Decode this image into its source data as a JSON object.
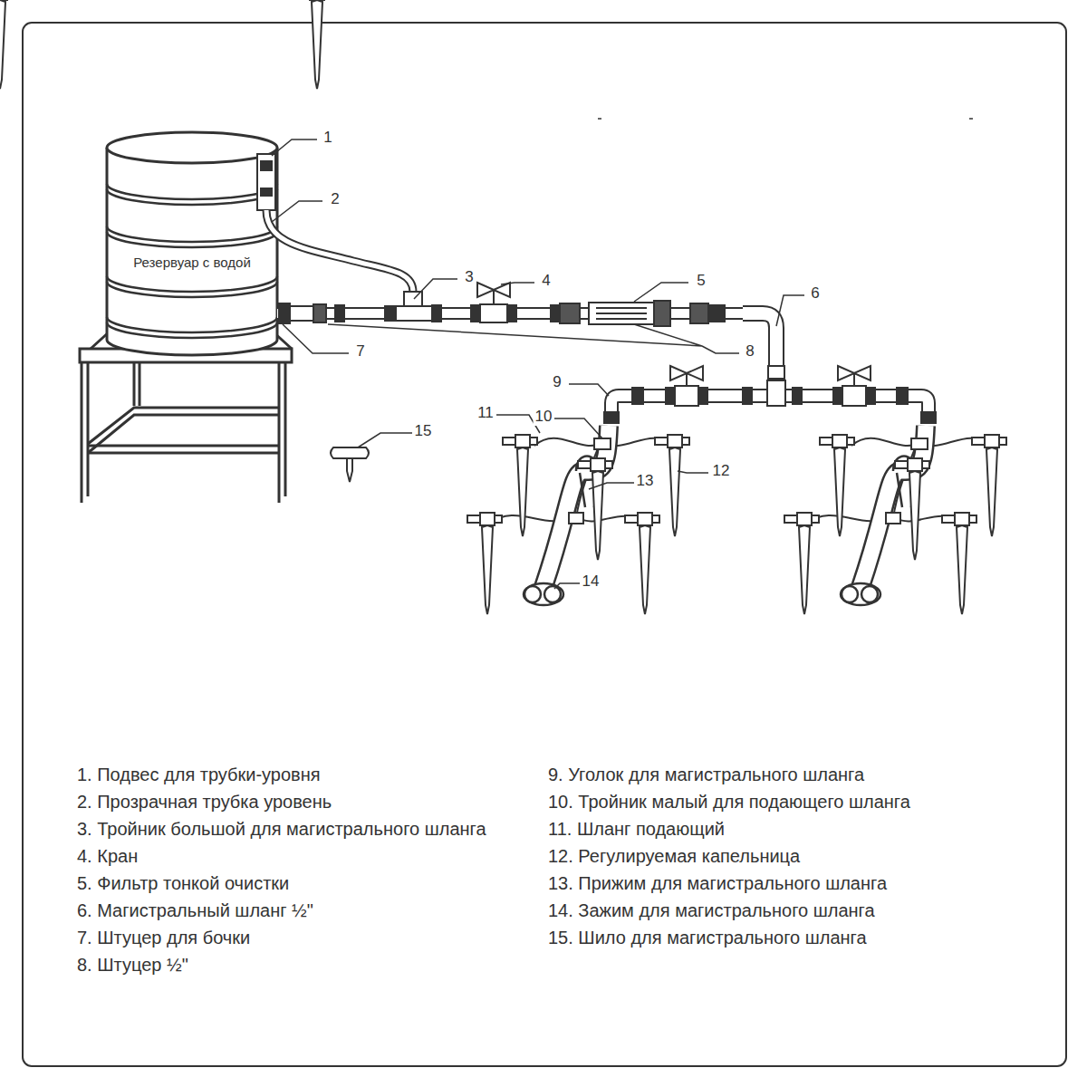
{
  "diagram": {
    "nodes": [
      {
        "text": [
          "Резервуар с водой"
        ]
      }
    ],
    "labels": [
      "1",
      "2",
      "3",
      "4",
      "5",
      "6",
      "7",
      "8",
      "9",
      "10",
      "11",
      "12",
      "13",
      "14",
      "15",
      "1. Подвес для трубки-уровня",
      "2. Прозрачная трубка уровень",
      "3. Тройник большой для магистрального шланга",
      "4. Кран",
      "5. Фильтр тонкой очистки",
      "6. Магистральный шланг ½\"",
      "7. Штуцер для бочки",
      "8. Штуцер ½\"",
      "9. Уголок для магистрального шланга",
      "10. Тройник малый для подающего шланга",
      "11. Шланг подающий",
      "12. Регулируемая капельница",
      "13. Прижим для магистрального шланга",
      "14. Зажим для магистрального шланга",
      "15. Шило для магистрального шланга"
    ]
  }
}
